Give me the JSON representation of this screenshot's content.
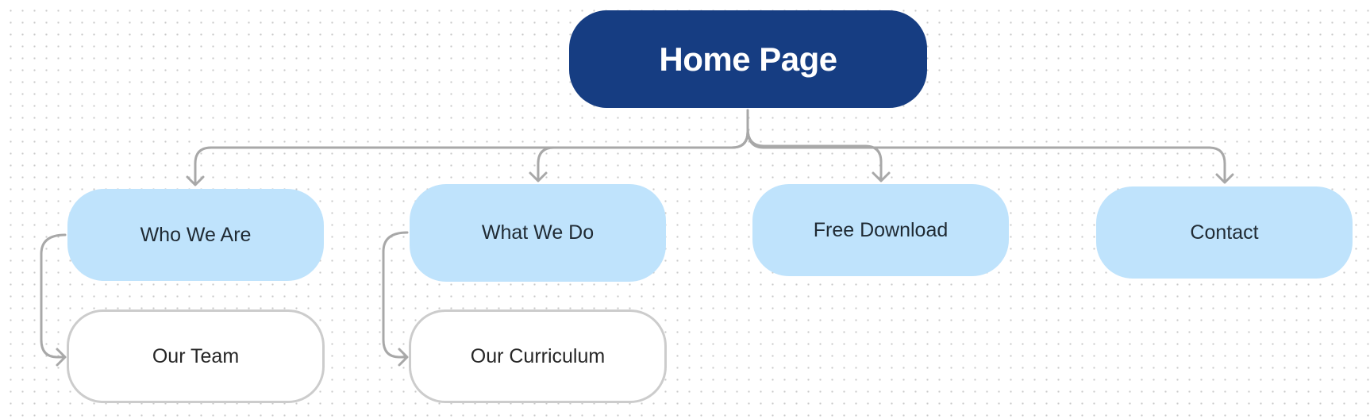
{
  "diagram": {
    "root": {
      "label": "Home Page",
      "color": "#163d82"
    },
    "sections": [
      {
        "label": "Who We Are",
        "color": "#bfe3fc"
      },
      {
        "label": "What We Do",
        "color": "#bfe3fc"
      },
      {
        "label": "Free Download",
        "color": "#bfe3fc"
      },
      {
        "label": "Contact",
        "color": "#bfe3fc"
      }
    ],
    "subpages": [
      {
        "label": "Our Team",
        "parent": "Who We Are"
      },
      {
        "label": "Our Curriculum",
        "parent": "What We Do"
      }
    ],
    "connector_color": "#a8a8a8"
  }
}
